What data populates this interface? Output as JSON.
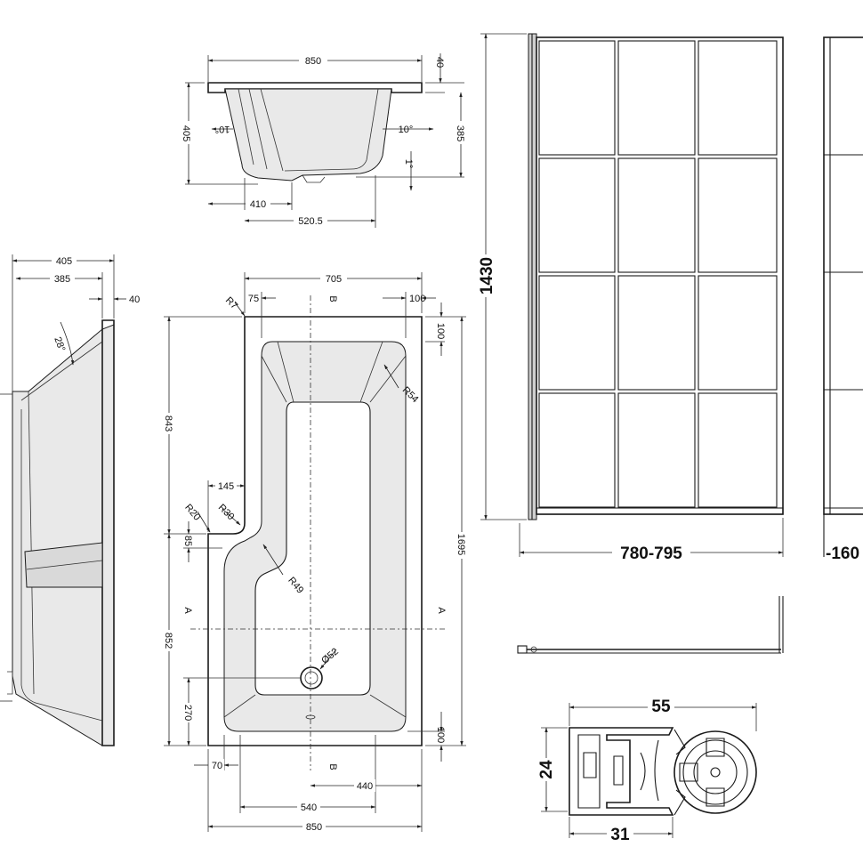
{
  "end_view": {
    "width": "850",
    "rim_thickness": "40",
    "overall_height": "405",
    "inner_height": "385",
    "left_angle": "10°",
    "right_angle": "10°",
    "floor_angle": "1°",
    "waste_offset": "410",
    "base_length": "520.5"
  },
  "side_view": {
    "overall_depth": "405",
    "inner_depth": "385",
    "rim": "40",
    "backrest_angle": "28°"
  },
  "plan_view": {
    "narrow_width": "705",
    "corner_radius": "R7",
    "left_offset": "75",
    "right_offset": "100",
    "top_offset": "100",
    "upper_length": "843",
    "step_width": "145",
    "radius_20": "R20",
    "radius_30": "R30",
    "radius_54": "R54",
    "radius_49": "R49",
    "step_depth": "85",
    "overall_length": "1695",
    "lower_length": "852",
    "waste_diameter": "Ø52",
    "waste_from_bottom": "270",
    "bottom_offset": "100",
    "left_margin": "70",
    "waste_from_right": "440",
    "inner_width": "540",
    "overall_width": "850",
    "section_a": "A",
    "section_b": "B"
  },
  "screen": {
    "height": "1430",
    "width_range": "780-795",
    "second_width_partial": "-160"
  },
  "profile": {
    "width": "55",
    "height": "24",
    "base": "31"
  }
}
